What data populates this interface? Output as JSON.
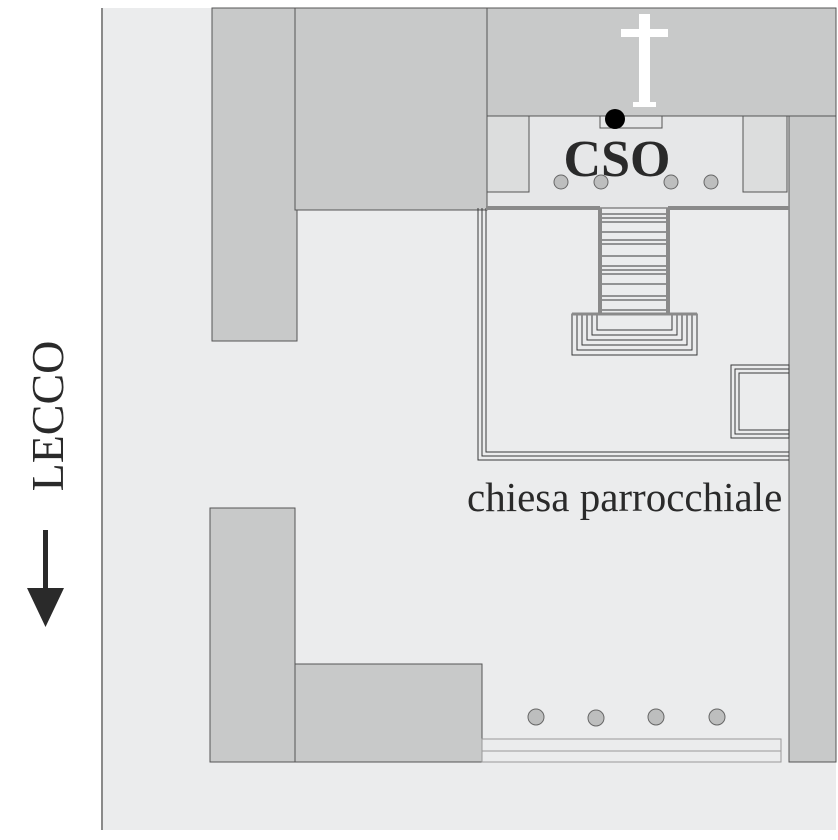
{
  "labels": {
    "direction": "LECCO",
    "church": "chiesa parrocchiale",
    "point": "CSO"
  },
  "icons": {
    "cross": "latin-cross-icon",
    "arrow": "arrow-down-icon",
    "marker": "dot-marker-icon",
    "column": "column-circle-icon"
  },
  "colors": {
    "ground": "#ebeced",
    "building": "#c8c9c9",
    "outline": "#555555",
    "cross": "#ffffff",
    "text": "#2a2a2a",
    "marker": "#000000",
    "column": "#bdbebe"
  }
}
